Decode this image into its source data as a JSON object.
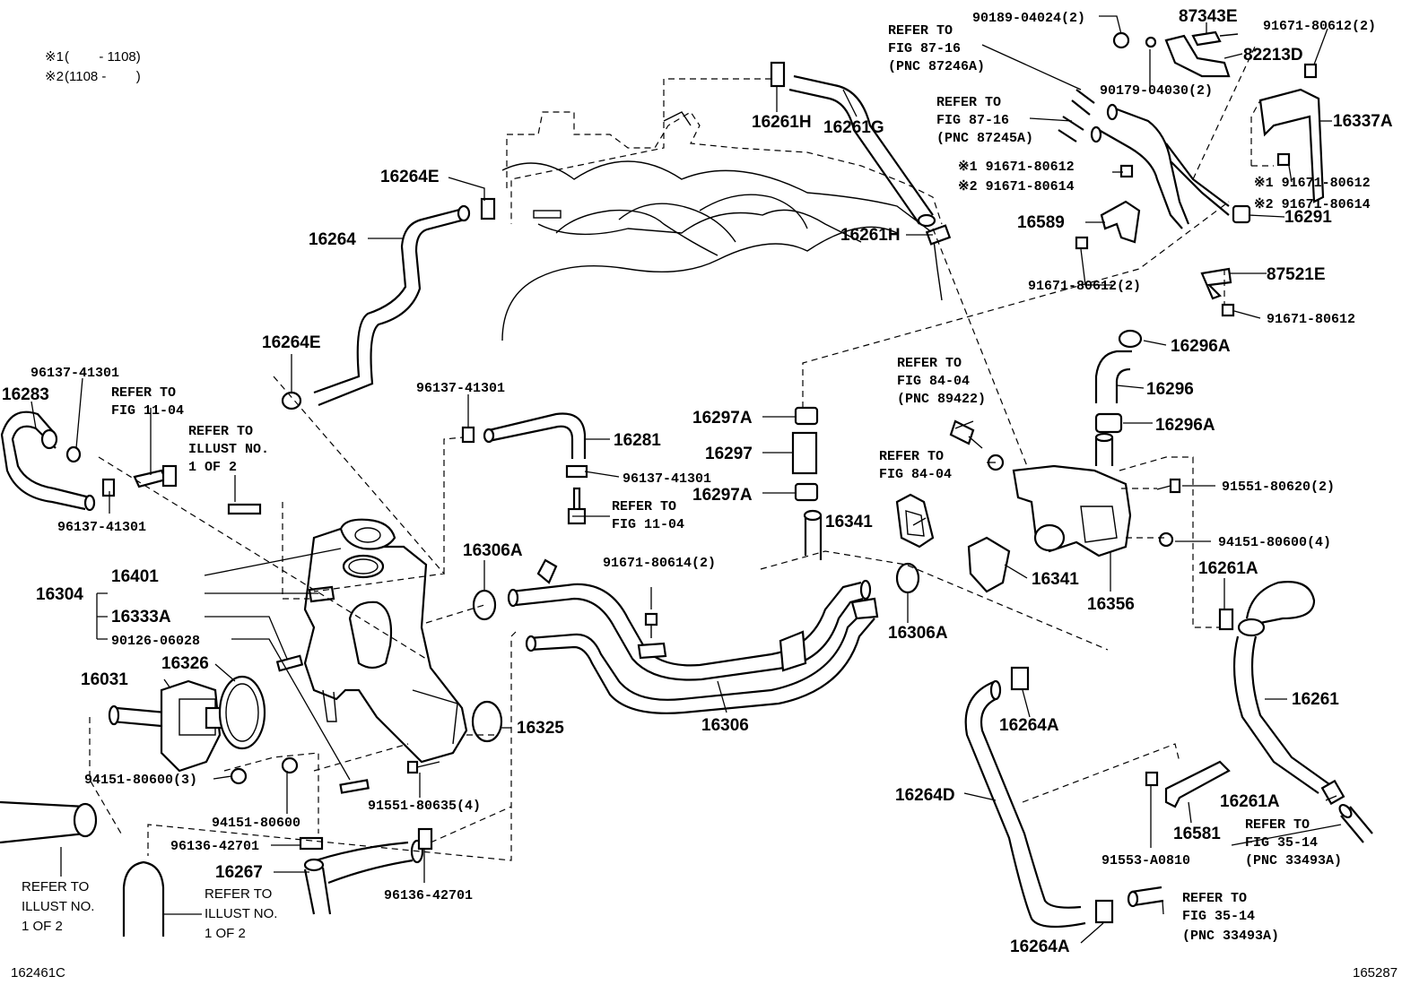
{
  "legend": [
    {
      "mark": "※1",
      "text": "(        - 1108)"
    },
    {
      "mark": "※2",
      "text": "(1108 -        )"
    }
  ],
  "footer": {
    "left_code": "162461C",
    "right_code": "165287"
  },
  "labels": {
    "l16261H_top": "16261H",
    "l16261G": "16261G",
    "l16264E_top": "16264E",
    "l16264": "16264",
    "l16261H_mid": "16261H",
    "l16264E_mid": "16264E",
    "l16283": "16283",
    "l96137_a": "96137-41301",
    "l96137_b": "96137-41301",
    "l96137_c": "96137-41301",
    "l96137_d": "96137-41301",
    "l16281": "16281",
    "l16297A_top": "16297A",
    "l16297": "16297",
    "l16297A_bot": "16297A",
    "l16341_a": "16341",
    "l16341_b": "16341",
    "l16356": "16356",
    "l16306A_a": "16306A",
    "l16306A_b": "16306A",
    "l16306": "16306",
    "l16325": "16325",
    "l16304": "16304",
    "l16401": "16401",
    "l16333A": "16333A",
    "l90126": "90126-06028",
    "l16031": "16031",
    "l16326": "16326",
    "l94151_3": "94151-80600(3)",
    "l94151_1": "94151-80600",
    "l91551_4": "91551-80635(4)",
    "l96136_a": "96136-42701",
    "l96136_b": "96136-42701",
    "l16267": "16267",
    "l16264D": "16264D",
    "l16264A_a": "16264A",
    "l16264A_b": "16264A",
    "l16261A_a": "16261A",
    "l16261A_b": "16261A",
    "l16261": "16261",
    "l16581": "16581",
    "l91553": "91553-A0810",
    "l16296A_a": "16296A",
    "l16296": "16296",
    "l16296A_b": "16296A",
    "l91551_2": "91551-80620(2)",
    "l94151_4": "94151-80600(4)",
    "l87521E": "87521E",
    "l91671_612": "91671-80612",
    "l91671_612_2b": "91671-80612(2)",
    "l16589": "16589",
    "l91671_612_s1a": "※1 91671-80612",
    "l91671_614_s2a": "※2 91671-80614",
    "l91671_612_s1b": "※1 91671-80612",
    "l91671_614_s2b": "※2 91671-80614",
    "l16291": "16291",
    "l16337A": "16337A",
    "l82213D": "82213D",
    "l87343E": "87343E",
    "l90189": "90189-04024(2)",
    "l90179": "90179-04030(2)",
    "l91671_612_2a": "91671-80612(2)",
    "l91671_614_2": "91671-80614(2)"
  },
  "refs": {
    "r87_16_a": [
      "REFER TO",
      "FIG 87-16",
      "(PNC 87246A)"
    ],
    "r87_16_b": [
      "REFER TO",
      "FIG 87-16",
      "(PNC 87245A)"
    ],
    "r11_04_a": [
      "REFER TO",
      "FIG 11-04"
    ],
    "r11_04_b": [
      "REFER TO",
      "FIG 11-04"
    ],
    "r84_04_a": [
      "REFER TO",
      "FIG 84-04",
      "(PNC 89422)"
    ],
    "r84_04_b": [
      "REFER TO",
      "FIG 84-04"
    ],
    "r35_14_a": [
      "REFER TO",
      "FIG 35-14",
      "(PNC 33493A)"
    ],
    "r35_14_b": [
      "REFER TO",
      "FIG 35-14",
      "(PNC 33493A)"
    ],
    "ri_a": [
      "REFER TO",
      "ILLUST NO.",
      "1 OF 2"
    ],
    "ri_b": [
      "REFER TO",
      "ILLUST NO.",
      "1 OF 2"
    ],
    "ri_c": [
      "REFER TO",
      "ILLUST NO.",
      "1 OF 2"
    ]
  }
}
